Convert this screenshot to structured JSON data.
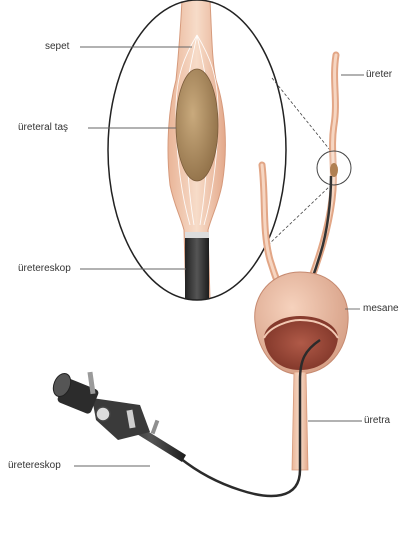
{
  "labels": {
    "basket": "sepet",
    "stone": "üreteral taş",
    "scope_inset": "üretereskop",
    "ureter": "üreter",
    "bladder": "mesane",
    "urethra": "üretra",
    "scope_main": "üretereskop"
  },
  "colors": {
    "tissue": "#f1c6a8",
    "tissue_dark": "#d9a180",
    "stone": "#b5946a",
    "scope": "#3a3a3a",
    "label_line": "#666666"
  }
}
